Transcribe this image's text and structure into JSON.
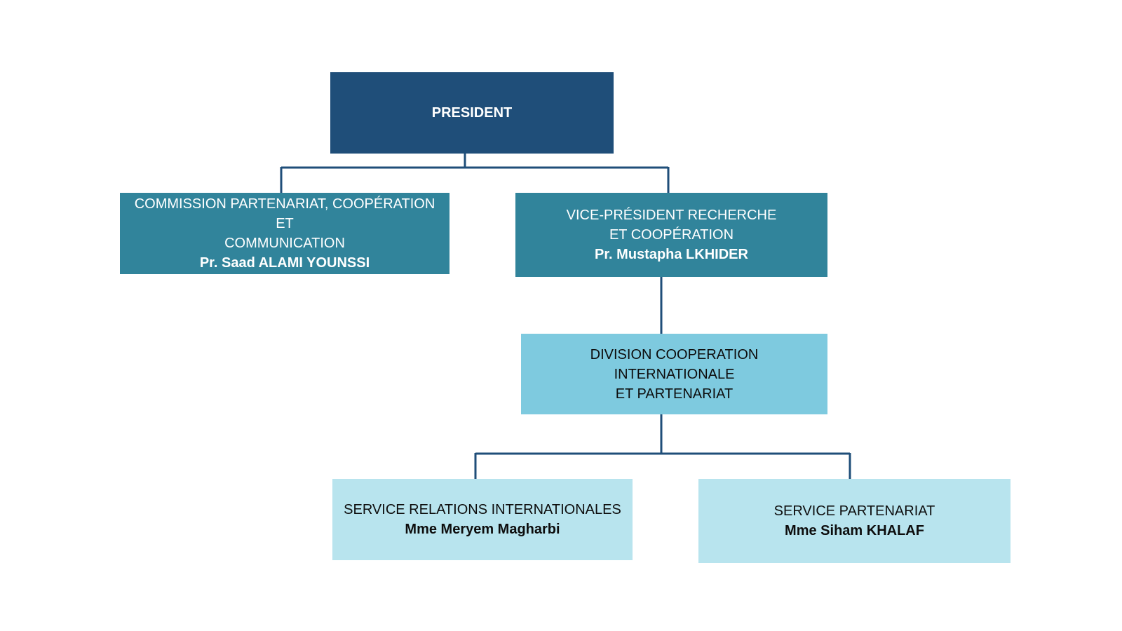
{
  "org_chart": {
    "president": {
      "title": "PRESIDENT",
      "person": ""
    },
    "commission": {
      "title": "COMMISSION PARTENARIAT, COOPÉRATION ET\nCOMMUNICATION",
      "person": "Pr. Saad ALAMI YOUNSSI"
    },
    "vice_president": {
      "title": "VICE-PRÉSIDENT RECHERCHE\nET COOPÉRATION",
      "person": "Pr. Mustapha LKHIDER"
    },
    "division": {
      "title": "DIVISION COOPERATION INTERNATIONALE\nET PARTENARIAT",
      "person": ""
    },
    "service_relations": {
      "title": "SERVICE RELATIONS INTERNATIONALES",
      "person": "Mme Meryem Magharbi"
    },
    "service_partenariat": {
      "title": "SERVICE PARTENARIAT",
      "person": "Mme Siham KHALAF"
    },
    "colors": {
      "level1": "#1f4e79",
      "level2": "#31849b",
      "level3": "#7ecadf",
      "level4": "#b8e4ee",
      "connector": "#1f4e79"
    }
  }
}
